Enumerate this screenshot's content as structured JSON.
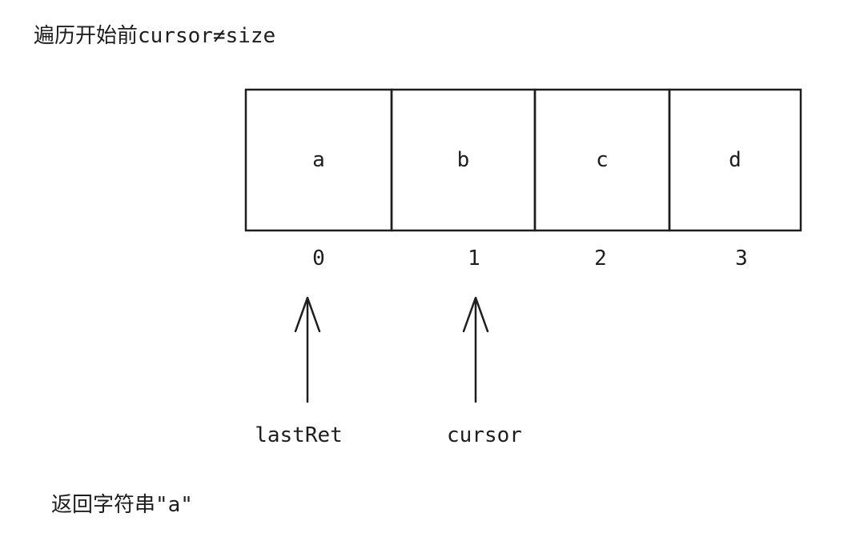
{
  "title": "遍历开始前cursor≠size",
  "result": "返回字符串\"a\"",
  "cells": [
    {
      "value": "a",
      "index": "0"
    },
    {
      "value": "b",
      "index": "1"
    },
    {
      "value": "c",
      "index": "2"
    },
    {
      "value": "d",
      "index": "3"
    }
  ],
  "pointers": [
    {
      "label": "lastRet",
      "target_index": 0
    },
    {
      "label": "cursor",
      "target_index": 1
    }
  ],
  "colors": {
    "stroke": "#1e1e1e",
    "background": "#ffffff"
  }
}
